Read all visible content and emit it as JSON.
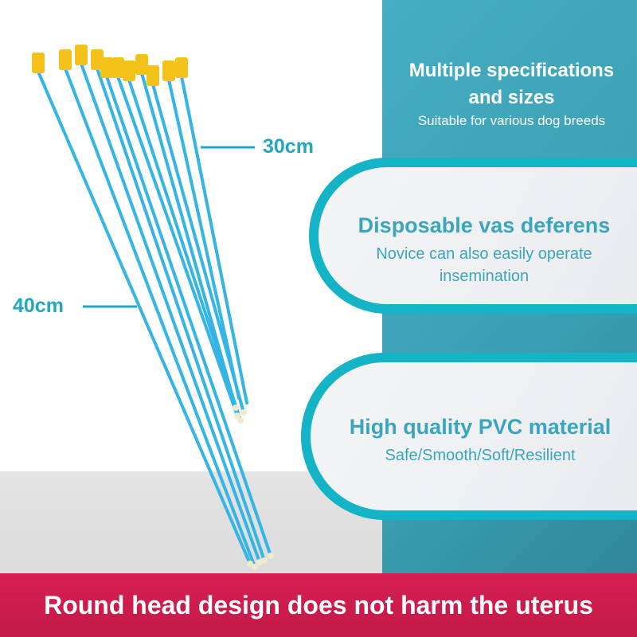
{
  "header": {
    "title_line1": "Multiple specifications",
    "title_line2": "and sizes",
    "subtitle": "Suitable for various dog breeds"
  },
  "feature1": {
    "title": "Disposable vas deferens",
    "desc_line1": "Novice can also easily operate",
    "desc_line2": "insemination"
  },
  "feature2": {
    "title": "High quality PVC material",
    "desc": "Safe/Smooth/Soft/Resilient"
  },
  "labels": {
    "short": "30cm",
    "long": "40cm"
  },
  "banner": {
    "text": "Round head design does not harm the uterus"
  },
  "colors": {
    "teal": "#3aa6bd",
    "accent": "#14b4c6",
    "banner": "#d01e50",
    "catheter": "#35b4e6",
    "tip": "#f2c21a"
  }
}
